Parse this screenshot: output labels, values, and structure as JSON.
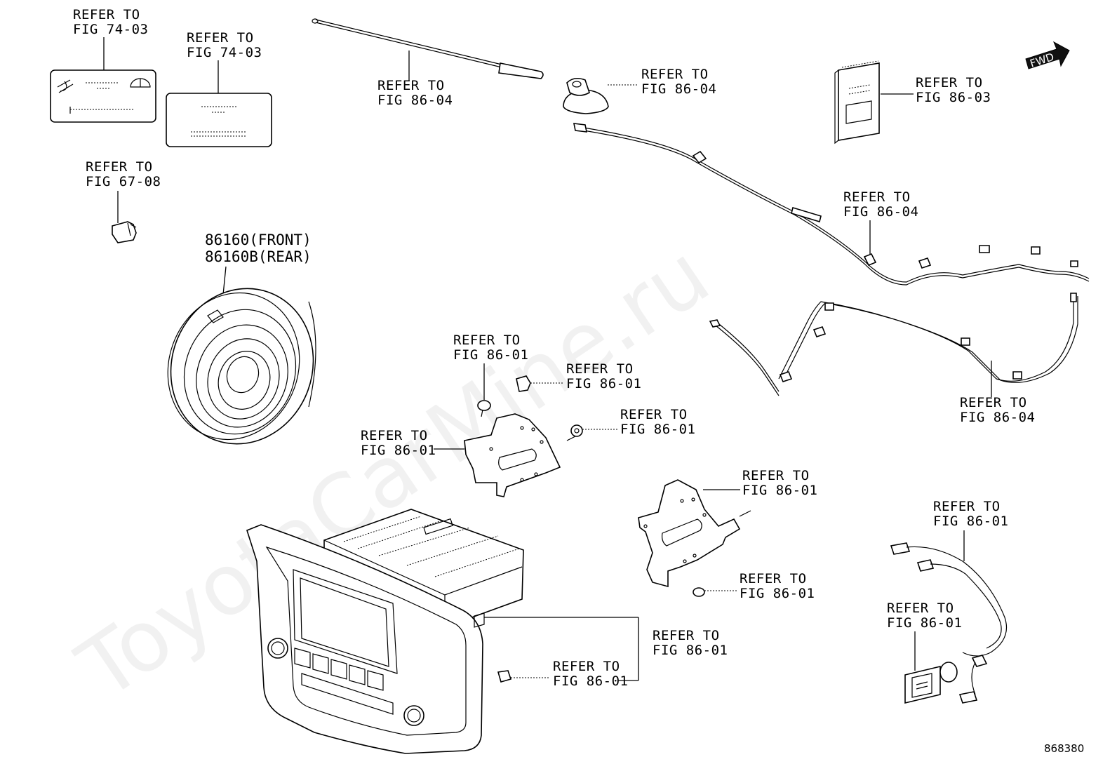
{
  "diagram_id": "868380",
  "watermark": "ToyotaCarMine.ru",
  "fwd_badge": "FWD",
  "callouts": [
    {
      "id": "c1",
      "line1": "REFER TO",
      "line2": "FIG 74-03"
    },
    {
      "id": "c2",
      "line1": "REFER TO",
      "line2": "FIG 74-03"
    },
    {
      "id": "c3",
      "line1": "REFER TO",
      "line2": "FIG 67-08"
    },
    {
      "id": "c4",
      "line1": "REFER TO",
      "line2": "FIG 86-04"
    },
    {
      "id": "c5",
      "line1": "REFER TO",
      "line2": "FIG 86-04"
    },
    {
      "id": "c6",
      "line1": "REFER TO",
      "line2": "FIG 86-03"
    },
    {
      "id": "c7",
      "line1": "REFER TO",
      "line2": "FIG 86-04"
    },
    {
      "id": "c8",
      "line1": "REFER TO",
      "line2": "FIG 86-04"
    },
    {
      "id": "c9",
      "line1": "REFER TO",
      "line2": "FIG 86-01"
    },
    {
      "id": "c10",
      "line1": "REFER TO",
      "line2": "FIG 86-01"
    },
    {
      "id": "c11",
      "line1": "REFER TO",
      "line2": "FIG 86-01"
    },
    {
      "id": "c12",
      "line1": "REFER TO",
      "line2": "FIG 86-01"
    },
    {
      "id": "c13",
      "line1": "REFER TO",
      "line2": "FIG 86-01"
    },
    {
      "id": "c14",
      "line1": "REFER TO",
      "line2": "FIG 86-01"
    },
    {
      "id": "c15",
      "line1": "REFER TO",
      "line2": "FIG 86-01"
    },
    {
      "id": "c16",
      "line1": "REFER TO",
      "line2": "FIG 86-01"
    },
    {
      "id": "c17",
      "line1": "REFER TO",
      "line2": "FIG 86-01"
    },
    {
      "id": "c18",
      "line1": "REFER TO",
      "line2": "FIG 86-01"
    }
  ],
  "part_labels": [
    {
      "id": "p1",
      "line1": "86160(FRONT)",
      "line2": "86160B(REAR)"
    }
  ]
}
